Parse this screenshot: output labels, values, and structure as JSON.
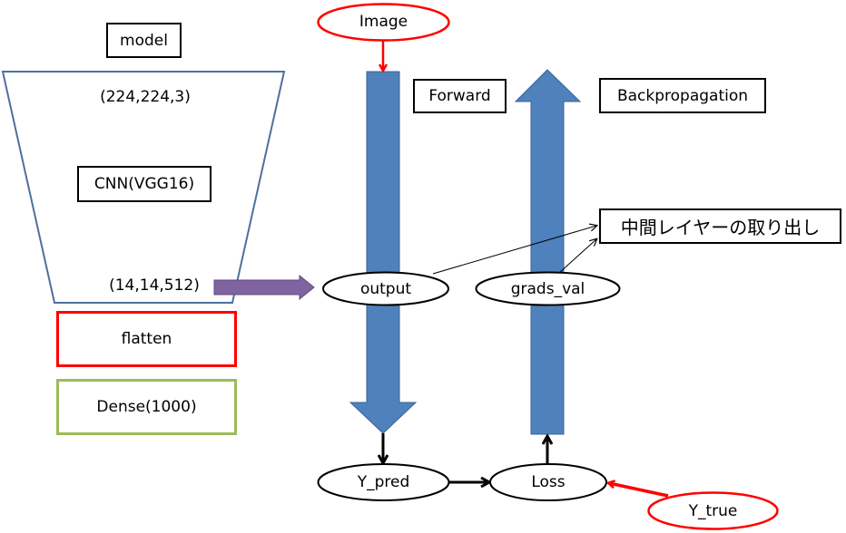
{
  "colors": {
    "model_outline": "#4f6fa0",
    "flow_arrow": "#4f81bd",
    "flow_arrow_border": "#3a6396",
    "input_red": "#ff0000",
    "dense_green": "#9bbb59",
    "purple_arrow": "#8064a2"
  },
  "model": {
    "title": "model",
    "input_shape": "(224,224,3)",
    "backbone": "CNN(VGG16)",
    "output_shape": "(14,14,512)",
    "flatten": "flatten",
    "dense": "Dense(1000)"
  },
  "flow": {
    "image": "Image",
    "forward": "Forward",
    "backpropagation": "Backpropagation",
    "output": "output",
    "grads_val": "grads_val",
    "y_pred": "Y_pred",
    "loss": "Loss",
    "y_true": "Y_true",
    "intermediate_layer": "中間レイヤーの取り出し"
  }
}
